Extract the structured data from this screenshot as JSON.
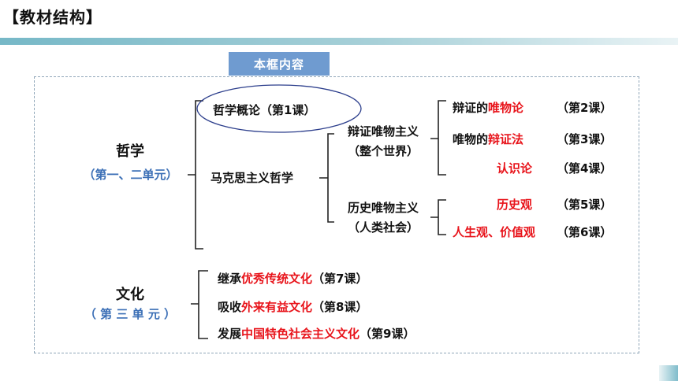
{
  "header": {
    "title": "【教材结构】"
  },
  "tag": {
    "label": "本框内容"
  },
  "philosophy": {
    "title": "哲学",
    "units": "（第一、二单元）",
    "intro": "哲学概论（第1课）",
    "marxism": "马克思主义哲学",
    "dialectical": {
      "title": "辩证唯物主义",
      "sub": "（整个世界）"
    },
    "historical": {
      "title": "历史唯物主义",
      "sub": "（人类社会）"
    },
    "lessons": {
      "l2": {
        "prefix": "辩证的",
        "highlight": "唯物论",
        "lesson": "（第2课）"
      },
      "l3": {
        "prefix": "唯物的",
        "highlight": "辩证法",
        "lesson": "（第3课）"
      },
      "l4": {
        "prefix": "",
        "highlight": "认识论",
        "lesson": "（第4课）"
      },
      "l5": {
        "prefix": "",
        "highlight": "历史观",
        "lesson": "（第5课）"
      },
      "l6": {
        "prefix": "",
        "highlight": "人生观、价值观",
        "lesson": "（第6课）"
      }
    }
  },
  "culture": {
    "title": "文化",
    "units": "（ 第 三 单 元 ）",
    "lessons": {
      "l7": {
        "prefix": "继承",
        "highlight": "优秀传统文化",
        "lesson": "（第7课）"
      },
      "l8": {
        "prefix": "吸收",
        "highlight": "外来有益文化",
        "lesson": "（第8课）"
      },
      "l9": {
        "prefix": "发展",
        "highlight": "中国特色社会主义文化",
        "lesson": "（第9课）"
      }
    }
  },
  "colors": {
    "highlight": "#e8141b",
    "units": "#3b6fb6",
    "tag": "#6f9bd0",
    "title_bar": "#76b8c7"
  }
}
